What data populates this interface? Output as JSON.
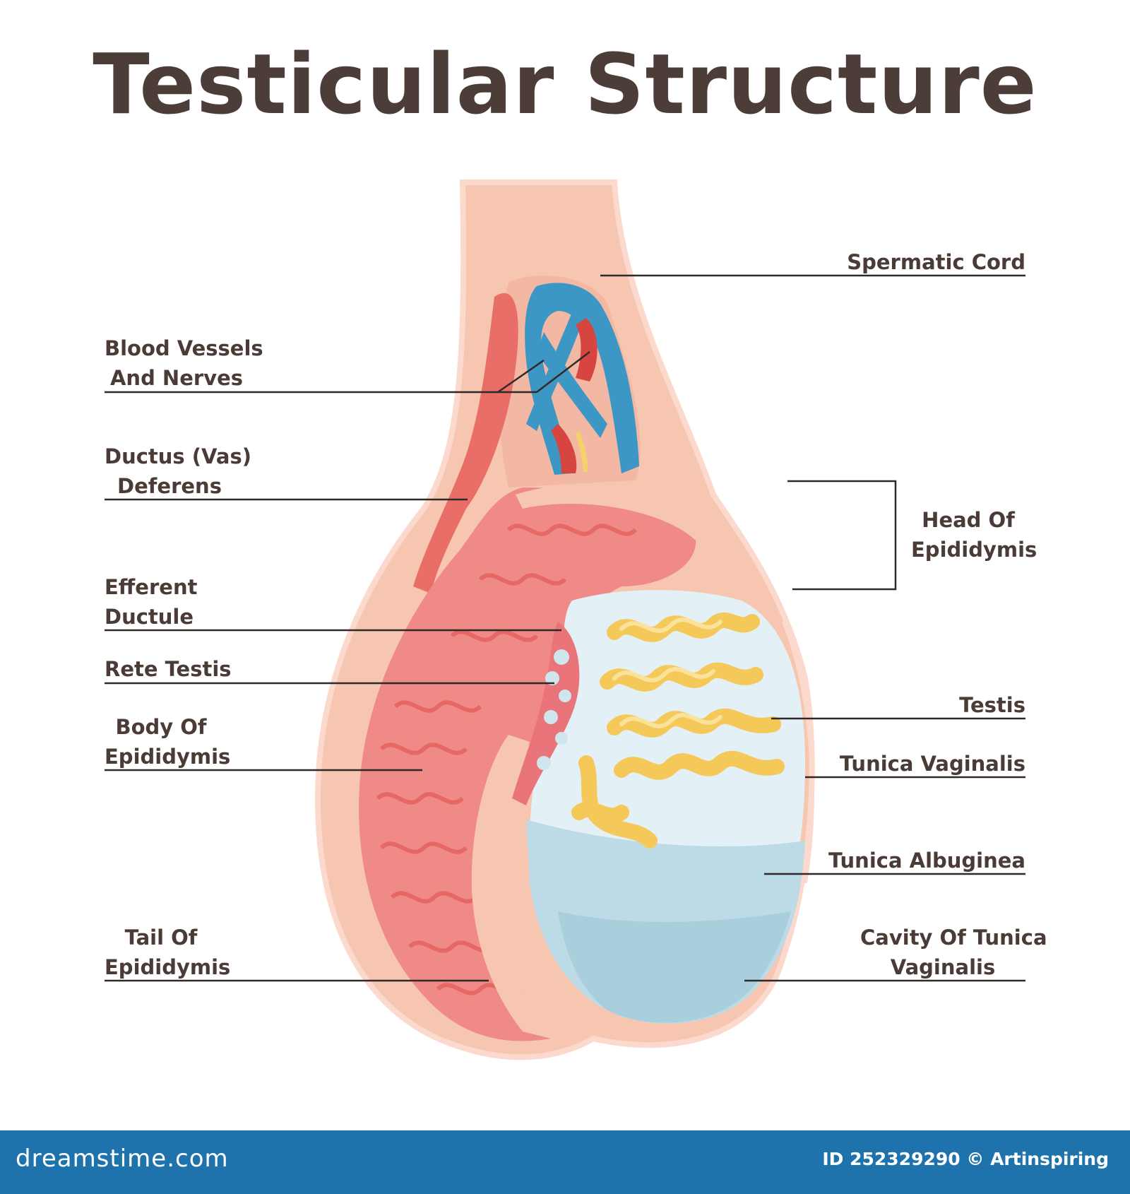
{
  "title": "Testicular Structure",
  "labels": {
    "spermatic_cord": [
      "Spermatic Cord"
    ],
    "blood_vessels": [
      "Blood Vessels",
      "And Nerves"
    ],
    "ductus_deferens": [
      "Ductus (Vas)",
      "Deferens"
    ],
    "head_epididymis": [
      "Head Of",
      "Epididymis"
    ],
    "efferent_ductule": [
      "Efferent",
      "Ductule"
    ],
    "rete_testis": [
      "Rete Testis"
    ],
    "testis": [
      "Testis"
    ],
    "body_epididymis": [
      "Body Of",
      "Epididymis"
    ],
    "tunica_vaginalis": [
      "Tunica Vaginalis"
    ],
    "tunica_albuginea": [
      "Tunica Albuginea"
    ],
    "tail_epididymis": [
      "Tail Of",
      "Epididymis"
    ],
    "cavity_tunica": [
      "Cavity Of Tunica",
      "Vaginalis"
    ]
  },
  "footer": {
    "brand": "dreamstime.com",
    "credit": "ID 252329290 © Artinspiring"
  },
  "colors": {
    "skin": "#f7c6b1",
    "epididymis": "#ef8a86",
    "vein": "#3d97c4",
    "artery": "#d64540",
    "tubules": "#f5c85a",
    "testis_light": "#e3f0f5",
    "testis_dark": "#a9cfdc",
    "footer": "#1e73ad"
  }
}
